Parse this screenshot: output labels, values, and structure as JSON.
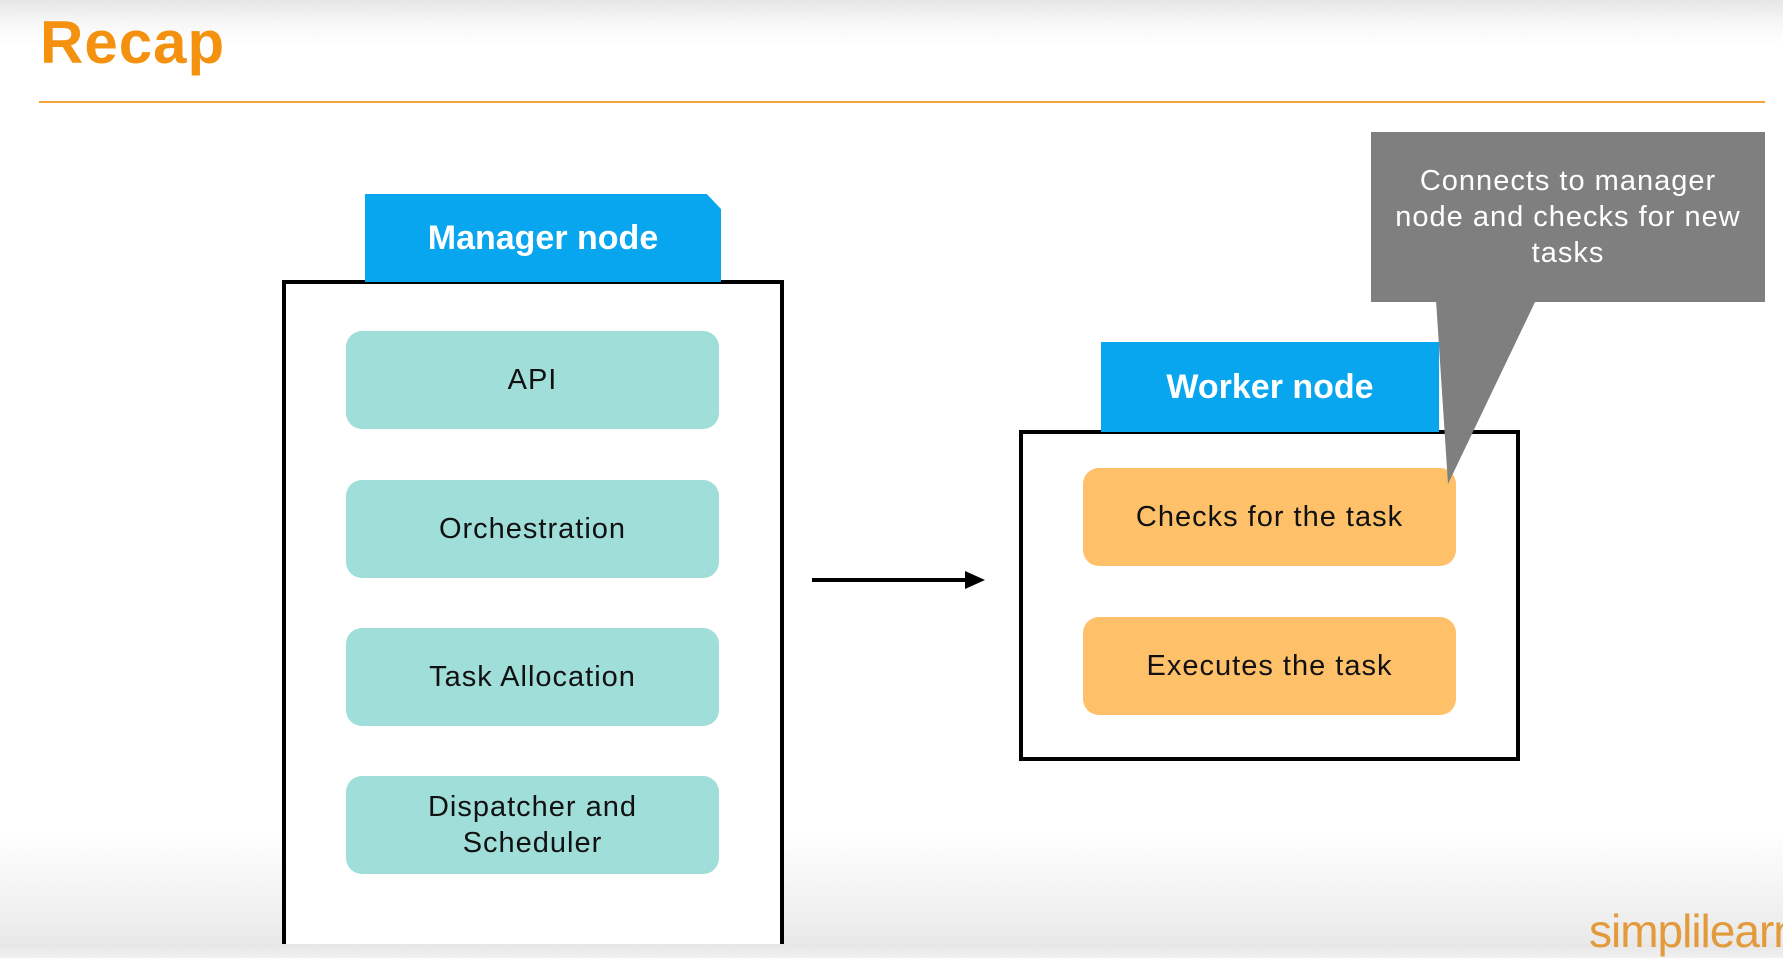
{
  "title": "Recap",
  "manager": {
    "label": "Manager node",
    "components": [
      "API",
      "Orchestration",
      "Task Allocation",
      "Dispatcher and Scheduler"
    ]
  },
  "worker": {
    "label": "Worker node",
    "components": [
      "Checks for the task",
      "Executes the task"
    ]
  },
  "callout": "Connects to manager node and checks for new tasks",
  "logo": "simplilearn",
  "colors": {
    "accent": "#f4920f",
    "node_label": "#07a6ee",
    "manager_component": "#a0ded9",
    "worker_component": "#fec169",
    "callout": "#7f7f7f"
  }
}
